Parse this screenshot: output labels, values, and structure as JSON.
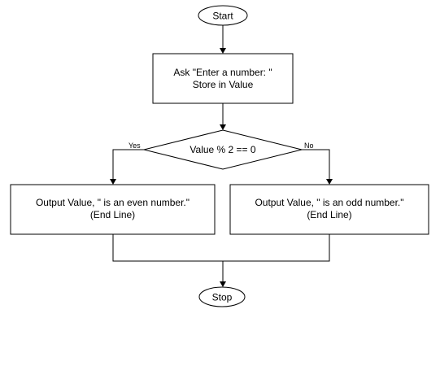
{
  "diagram": {
    "start_label": "Start",
    "input_lines": [
      "Ask \"Enter a number: \"",
      "Store in Value"
    ],
    "decision_label": "Value % 2 == 0",
    "yes_label": "Yes",
    "no_label": "No",
    "even_lines": [
      "Output Value, \" is an even number.\"",
      "(End Line)"
    ],
    "odd_lines": [
      "Output Value, \" is an odd number.\"",
      "(End Line)"
    ],
    "stop_label": "Stop"
  }
}
